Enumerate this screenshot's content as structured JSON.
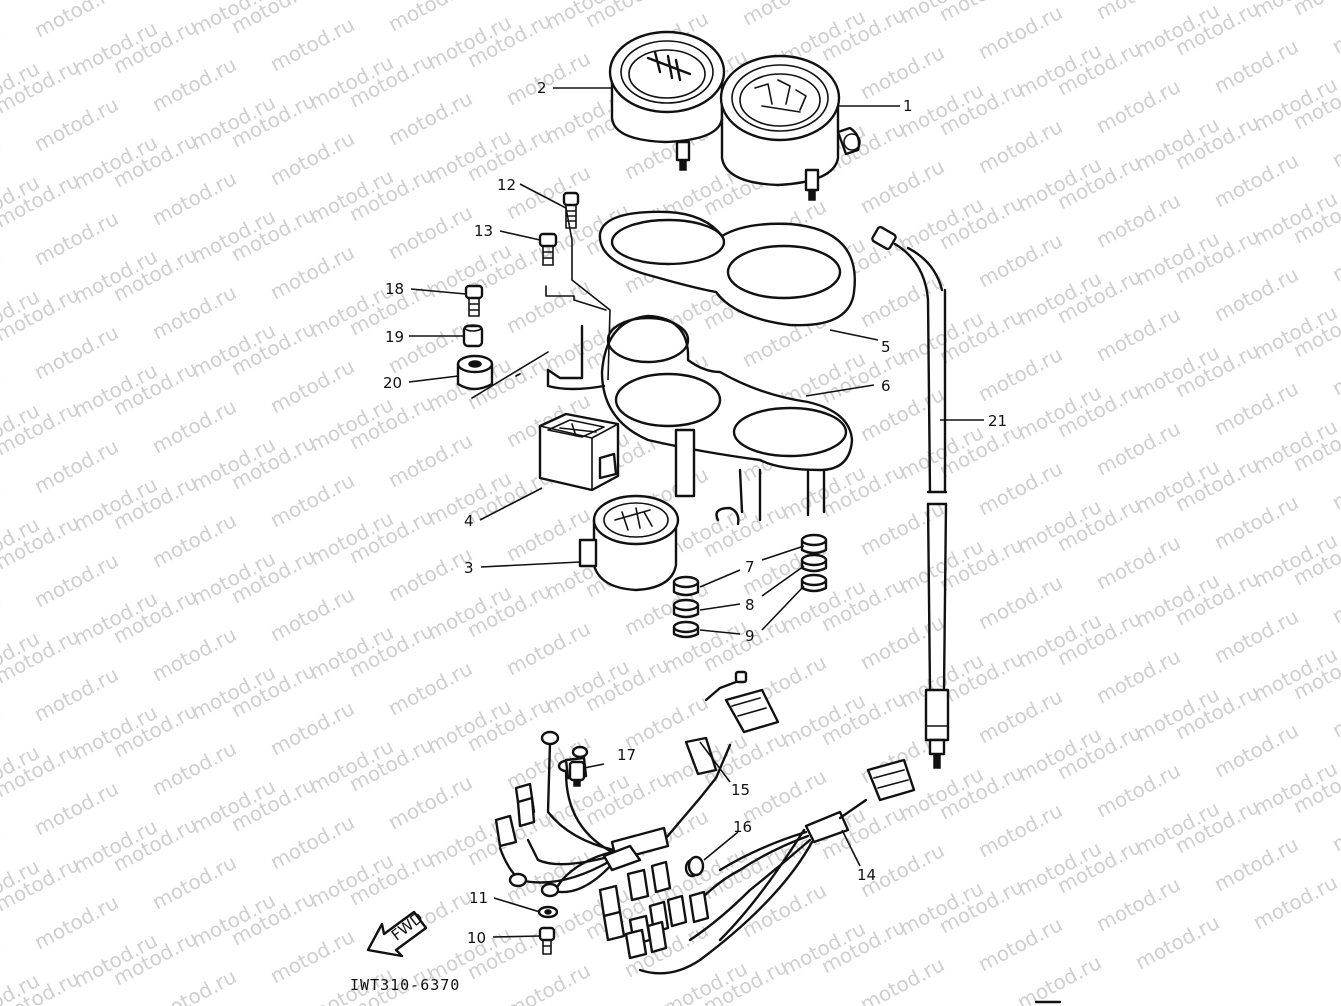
{
  "watermark": {
    "text": "motod.ru"
  },
  "diagram_code": "IWT310-6370",
  "fwd_label": "FWD",
  "part_labels": [
    {
      "id": "1",
      "text": "1"
    },
    {
      "id": "2",
      "text": "2"
    },
    {
      "id": "3",
      "text": "3"
    },
    {
      "id": "4",
      "text": "4"
    },
    {
      "id": "5",
      "text": "5"
    },
    {
      "id": "6",
      "text": "6"
    },
    {
      "id": "7",
      "text": "7"
    },
    {
      "id": "8",
      "text": "8"
    },
    {
      "id": "9",
      "text": "9"
    },
    {
      "id": "10",
      "text": "10"
    },
    {
      "id": "11",
      "text": "11"
    },
    {
      "id": "12",
      "text": "12"
    },
    {
      "id": "13",
      "text": "13"
    },
    {
      "id": "14",
      "text": "14"
    },
    {
      "id": "15",
      "text": "15"
    },
    {
      "id": "16",
      "text": "16"
    },
    {
      "id": "17",
      "text": "17"
    },
    {
      "id": "18",
      "text": "18"
    },
    {
      "id": "19",
      "text": "19"
    },
    {
      "id": "20",
      "text": "20"
    },
    {
      "id": "21",
      "text": "21"
    }
  ]
}
